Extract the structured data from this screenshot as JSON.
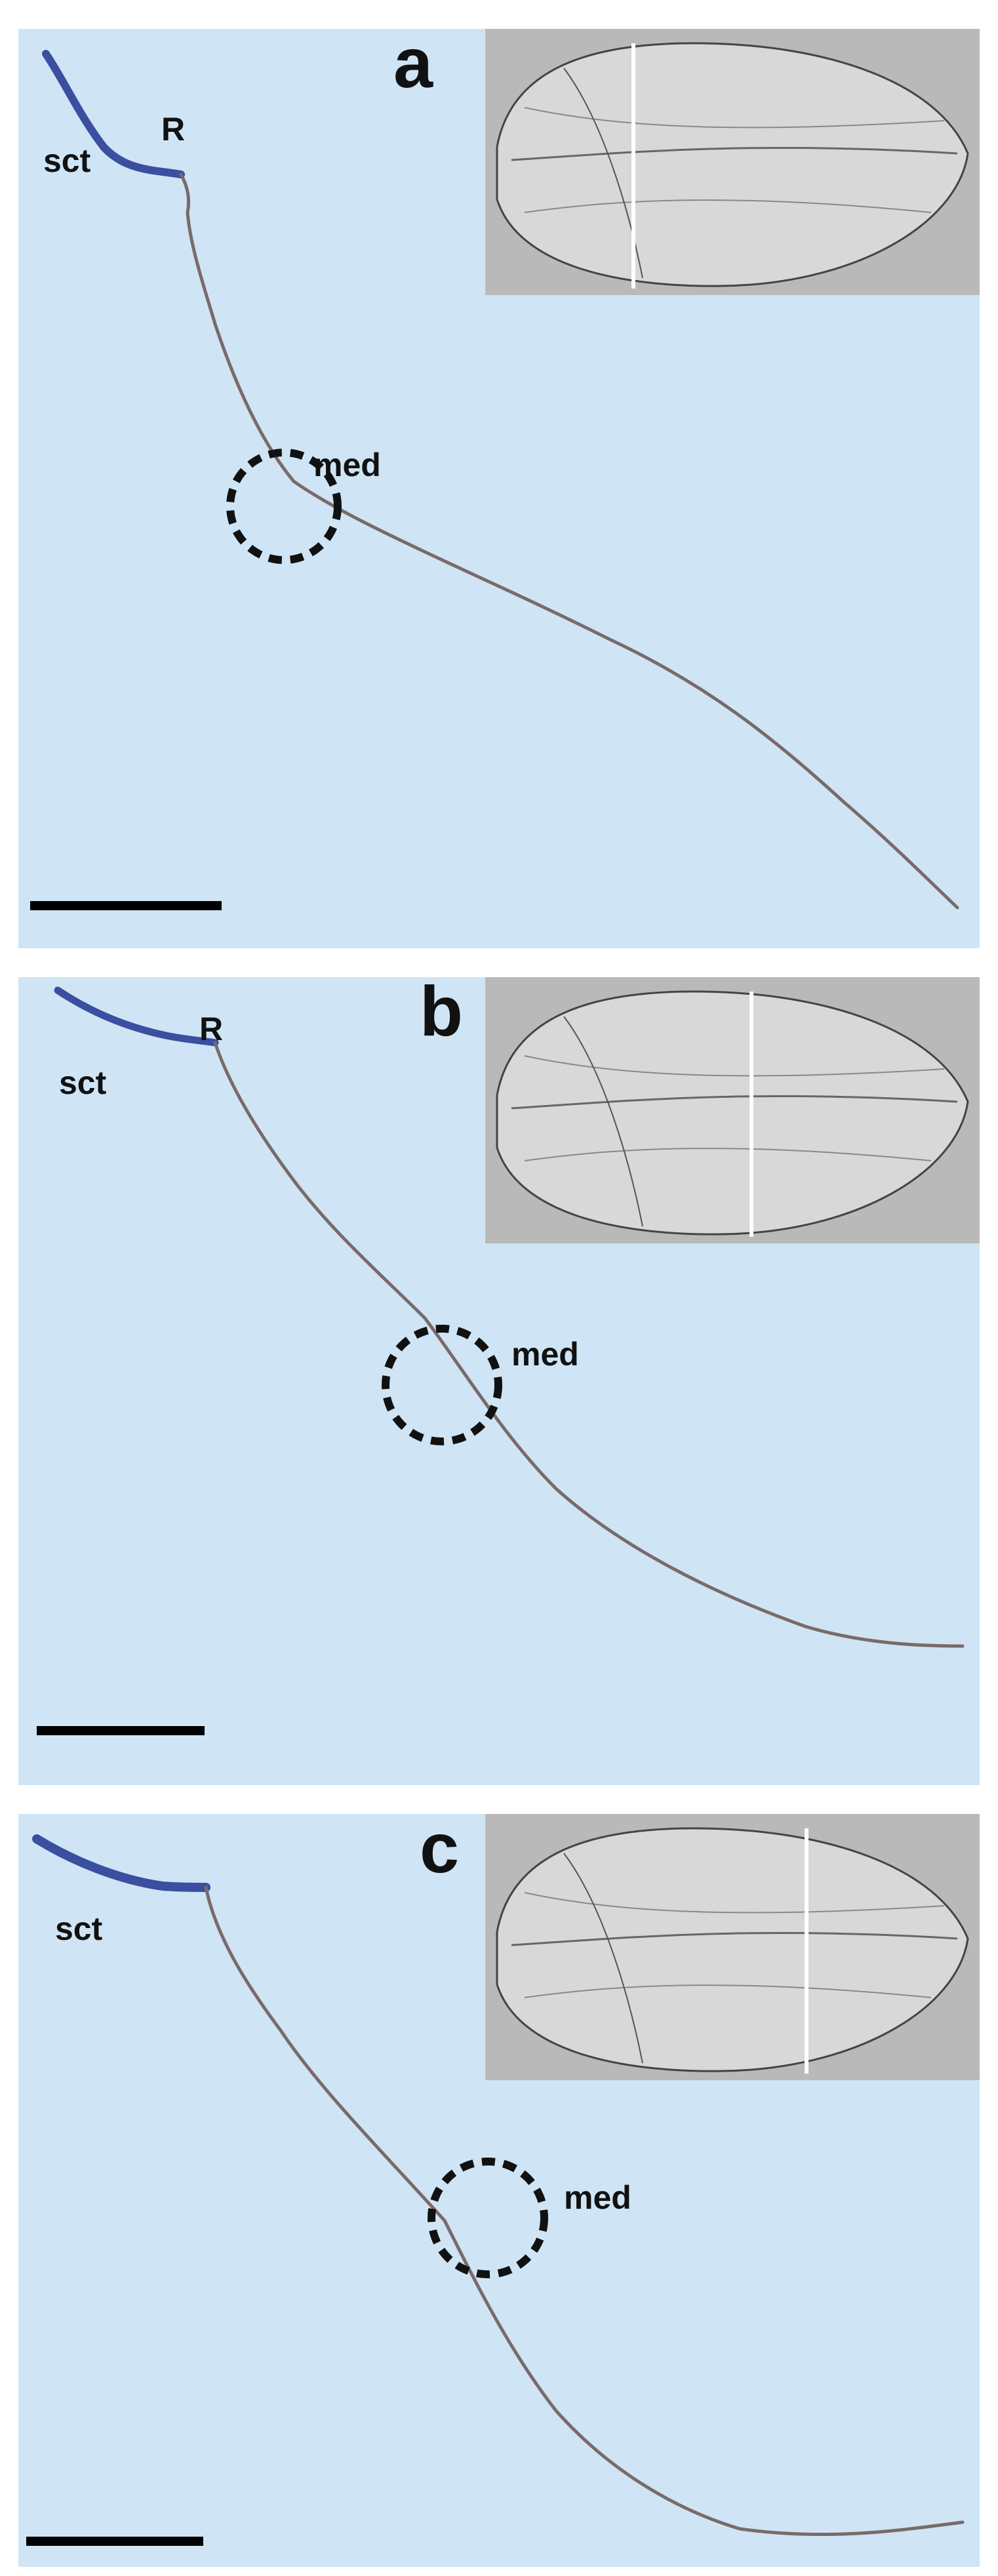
{
  "panels": [
    {
      "letter": "a",
      "labels": {
        "sct": "sct",
        "r": "R",
        "med": "med"
      },
      "section_position": "proximal"
    },
    {
      "letter": "b",
      "labels": {
        "sct": "sct",
        "r": "R",
        "med": "med"
      },
      "section_position": "middle"
    },
    {
      "letter": "c",
      "labels": {
        "sct": "sct",
        "med": "med"
      },
      "section_position": "distal"
    }
  ],
  "colors": {
    "background": "#cfe5f5",
    "inset_background": "#b9b9b9",
    "section_line": "#7a6a6a",
    "sclerotized": "#3b4fa0",
    "marker_line": "#ffffff"
  }
}
